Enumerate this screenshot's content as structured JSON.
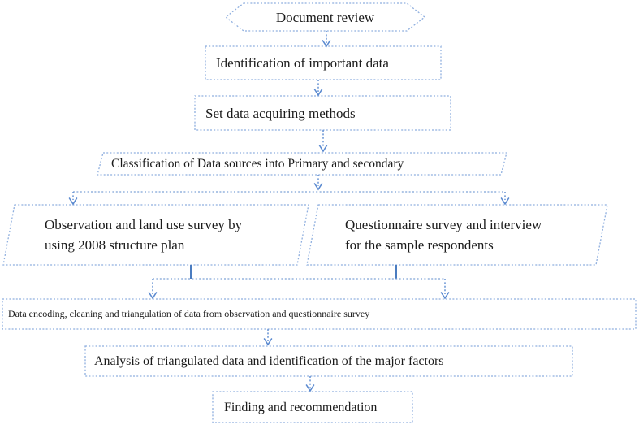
{
  "figure": {
    "type": "flowchart",
    "colors": {
      "box_border": "#8fafdf",
      "arrow": "#5b8ad0",
      "connector_solid": "#4a7cc0",
      "text": "#1b1b1b",
      "background": "#ffffff"
    },
    "nodes": {
      "document_review": {
        "shape": "hexagon",
        "label": "Document review"
      },
      "identification": {
        "shape": "rectangle",
        "label": "Identification of important data"
      },
      "set_methods": {
        "shape": "rectangle",
        "label": "Set data acquiring methods"
      },
      "classification": {
        "shape": "parallelogram",
        "label": "Classification of Data sources into Primary and secondary"
      },
      "observation": {
        "shape": "parallelogram",
        "lines": [
          "Observation and land use survey by",
          "using 2008 structure plan"
        ]
      },
      "questionnaire": {
        "shape": "parallelogram",
        "lines": [
          "Questionnaire survey and interview",
          "for the sample respondents"
        ]
      },
      "data_encoding": {
        "shape": "rectangle",
        "label": "Data encoding, cleaning and triangulation of data from observation and questionnaire survey"
      },
      "analysis": {
        "shape": "rectangle",
        "label": "Analysis of triangulated data and identification of the major factors"
      },
      "finding": {
        "shape": "rectangle",
        "label": "Finding and recommendation"
      }
    }
  }
}
